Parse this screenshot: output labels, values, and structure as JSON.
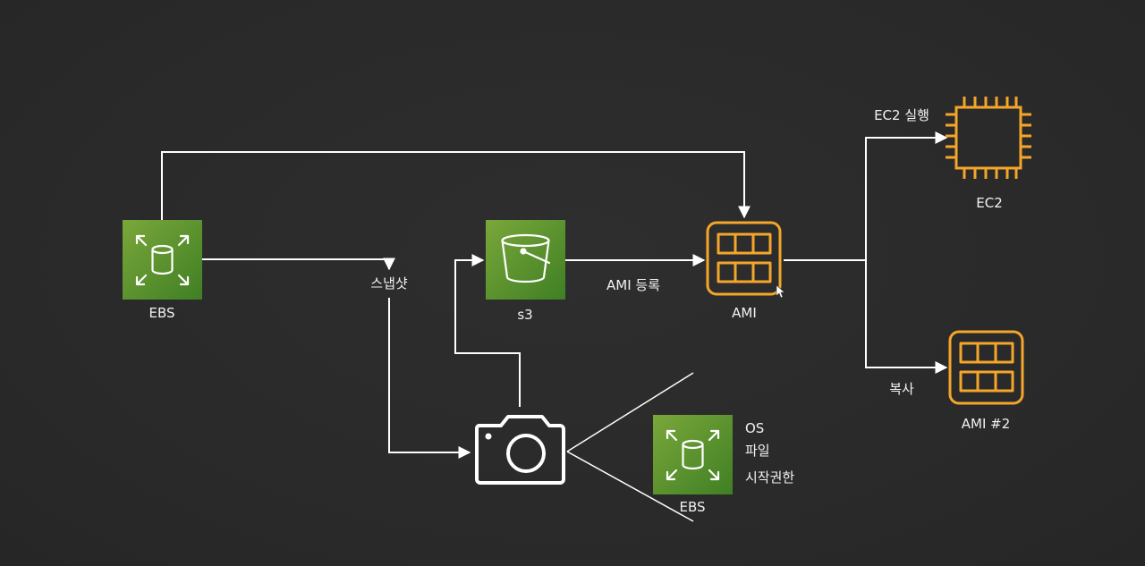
{
  "colors": {
    "background": "#2b2b2b",
    "ebs_green_light": "#7aa73a",
    "ebs_green_dark": "#3f7f24",
    "ami_orange": "#f4a62a",
    "line": "#ffffff"
  },
  "nodes": {
    "ebs_source": {
      "label": "EBS",
      "icon": "ebs-volume-icon"
    },
    "snapshot": {
      "label": "스냅샷"
    },
    "s3": {
      "label": "s3",
      "icon": "s3-bucket-icon"
    },
    "ami": {
      "label": "AMI",
      "icon": "ami-icon"
    },
    "ec2": {
      "label": "EC2",
      "icon": "ec2-chip-icon"
    },
    "ami2": {
      "label": "AMI #2",
      "icon": "ami-icon"
    },
    "camera": {
      "icon": "camera-icon"
    },
    "snapshot_ebs": {
      "label": "EBS",
      "icon": "ebs-volume-icon"
    }
  },
  "edges": {
    "s3_to_ami": "AMI 등록",
    "ami_to_ec2": "EC2 실행",
    "ami_to_ami2": "복사"
  },
  "snapshot_contents": [
    "OS",
    "파일",
    "시작권한"
  ]
}
